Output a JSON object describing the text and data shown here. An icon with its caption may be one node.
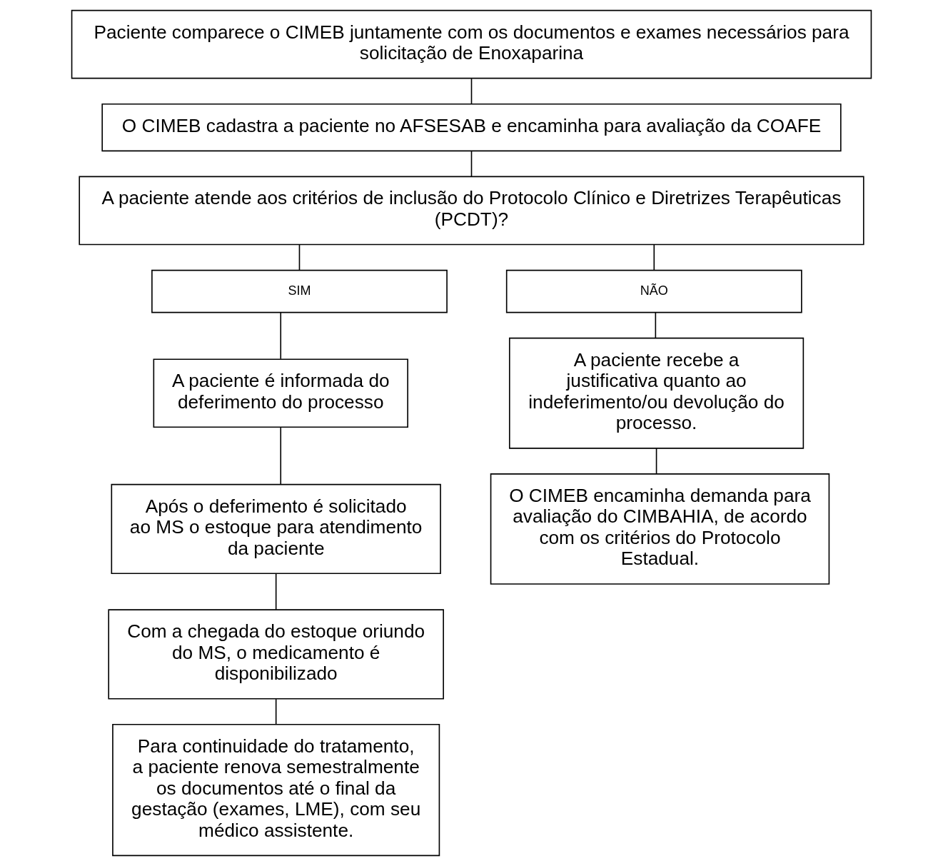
{
  "diagram": {
    "nodes": [
      {
        "text": [
          "Paciente comparece o CIMEB juntamente com os documentos e exames necessários para solicitação de Enoxaparina"
        ]
      },
      {
        "text": [
          "O CIMEB cadastra a paciente no AFSESAB e encaminha para avaliação da COAFE"
        ]
      },
      {
        "text": [
          "A paciente atende aos critérios de inclusão do Protocolo Clínico e Diretrizes Terapêuticas (PCDT)?"
        ]
      },
      {
        "text": [
          "SIM"
        ]
      },
      {
        "text": [
          "NÃO"
        ]
      },
      {
        "text": [
          "A paciente é informada do deferimento do processo"
        ]
      },
      {
        "text": [
          "A paciente recebe a justificativa quanto ao indeferimento/ou devolução do processo."
        ]
      },
      {
        "text": [
          "Após o deferimento é solicitado ao MS o estoque para atendimento da paciente"
        ]
      },
      {
        "text": [
          "O CIMEB encaminha demanda para avaliação do CIMBAHIA, de acordo com os critérios do Protocolo Estadual."
        ]
      },
      {
        "text": [
          "Com a chegada do estoque oriundo do MS, o medicamento é disponibilizado"
        ]
      },
      {
        "text": [
          "Para continuidade do tratamento, a paciente renova semestralmente os documentos até o final da gestação (exames, LME), com seu médico assistente."
        ]
      }
    ],
    "edges": [
      {
        "from": 0,
        "to": 1,
        "arrow": "none"
      },
      {
        "from": 1,
        "to": 2,
        "arrow": "none"
      },
      {
        "from": 2,
        "to": 3,
        "arrow": "none"
      },
      {
        "from": 2,
        "to": 4,
        "arrow": "none"
      },
      {
        "from": 3,
        "to": 5,
        "arrow": "none"
      },
      {
        "from": 4,
        "to": 6,
        "arrow": "none"
      },
      {
        "from": 5,
        "to": 7,
        "arrow": "none"
      },
      {
        "from": 6,
        "to": 8,
        "arrow": "none"
      },
      {
        "from": 7,
        "to": 9,
        "arrow": "none"
      },
      {
        "from": 9,
        "to": 10,
        "arrow": "none"
      }
    ]
  }
}
